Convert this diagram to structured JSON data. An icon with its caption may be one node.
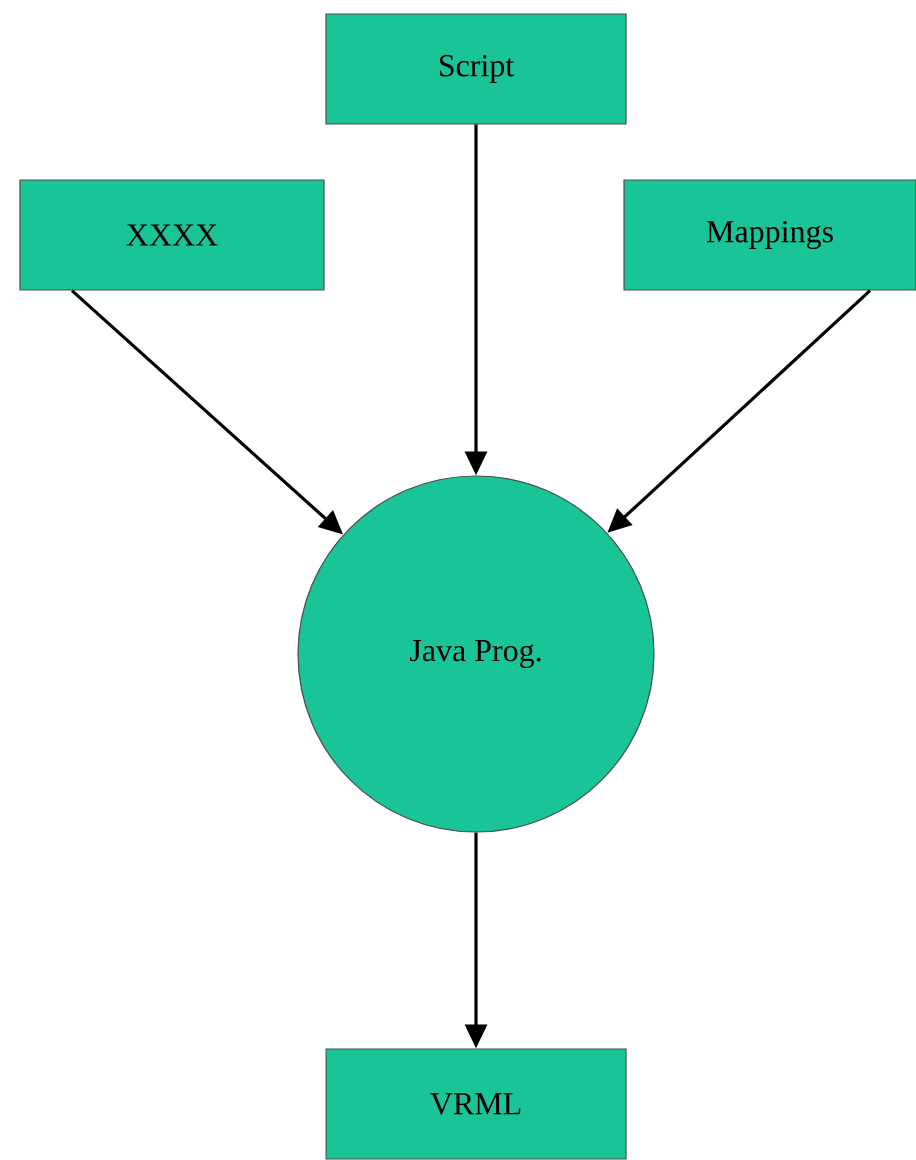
{
  "diagram": {
    "nodes": [
      {
        "text": [
          "Script"
        ]
      },
      {
        "text": [
          "XXXX"
        ]
      },
      {
        "text": [
          "Mappings"
        ]
      },
      {
        "text": [
          "Java Prog."
        ]
      },
      {
        "text": [
          "VRML"
        ]
      }
    ],
    "edges": [
      {
        "from": 1,
        "to": 3,
        "arrow": "to"
      },
      {
        "from": 0,
        "to": 3,
        "arrow": "to"
      },
      {
        "from": 2,
        "to": 3,
        "arrow": "to"
      },
      {
        "from": 3,
        "to": 4,
        "arrow": "to"
      }
    ]
  }
}
